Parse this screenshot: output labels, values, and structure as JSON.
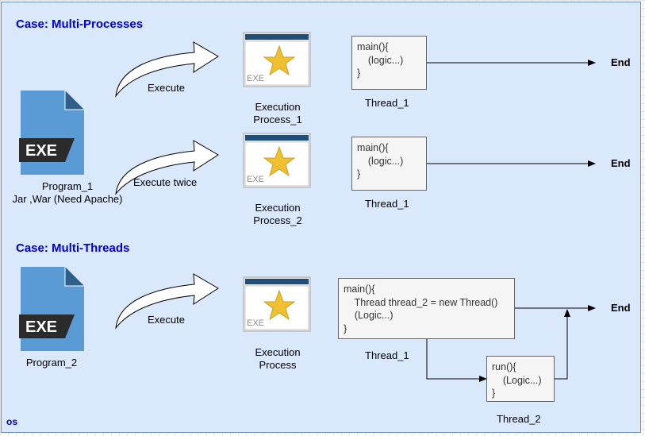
{
  "os_label": "os",
  "case1": {
    "title": "Case: Multi-Processes",
    "program_label_1": "Program_1",
    "program_label_2": "Jar ,War (Need Apache)",
    "file_badge": "EXE",
    "arrow1_label": "Execute",
    "arrow2_label": "Execute twice",
    "process1": {
      "line1": "Execution",
      "line2": "Process_1",
      "badge": "EXE"
    },
    "process2": {
      "line1": "Execution",
      "line2": "Process_2",
      "badge": "EXE"
    },
    "code1": {
      "line1": "main(){",
      "line2": "    (logic...)",
      "line3": "}"
    },
    "code2": {
      "line1": "main(){",
      "line2": "    (logic...)",
      "line3": "}"
    },
    "thread1": "Thread_1",
    "thread2": "Thread_1",
    "end1": "End",
    "end2": "End"
  },
  "case2": {
    "title": "Case: Multi-Threads",
    "program_label": "Program_2",
    "file_badge": "EXE",
    "arrow_label": "Execute",
    "process": {
      "line1": "Execution",
      "line2": "Process",
      "badge": "EXE"
    },
    "main_code": {
      "line1": "main(){",
      "line2": "    Thread thread_2 = new Thread()",
      "line3": "    (Logic...)",
      "line4": "}"
    },
    "run_code": {
      "line1": "run(){",
      "line2": "    (Logic...)",
      "line3": "}"
    },
    "thread1": "Thread_1",
    "thread2": "Thread_2",
    "end": "End"
  },
  "colors": {
    "os_fill": "#dae8fc",
    "os_stroke": "#6c8ebf",
    "title_blue": "#0000cc",
    "file_blue": "#5b9bd5",
    "file_dark": "#333333",
    "code_fill": "#f5f5f5",
    "star_yellow": "#f0c030"
  }
}
